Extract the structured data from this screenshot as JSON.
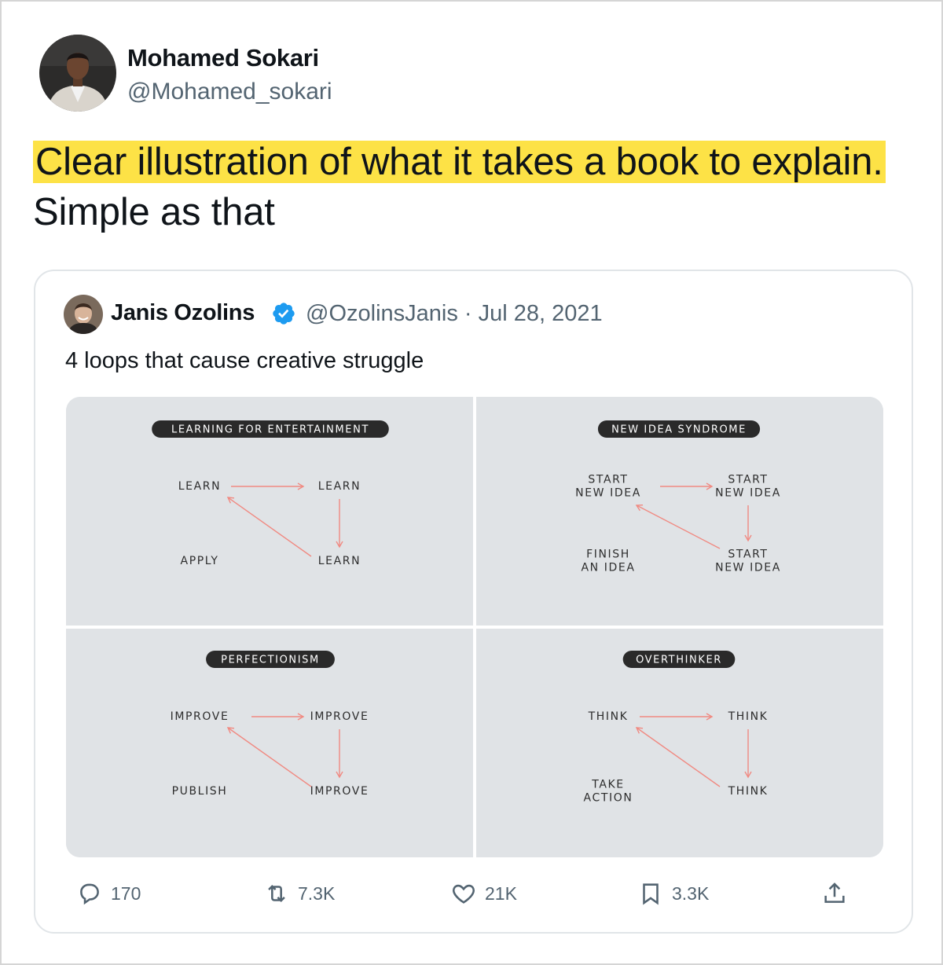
{
  "author": {
    "name": "Mohamed Sokari",
    "handle": "@Mohamed_sokari"
  },
  "tweet": {
    "highlighted_text": "Clear illustration of what it takes a book to explain.",
    "text": " Simple as that",
    "highlight_color": "#fde246"
  },
  "quoted": {
    "name": "Janis Ozolins",
    "verified_icon": "verified-badge-icon",
    "meta": "@OzolinsJanis · Jul 28, 2021",
    "text": "4 loops that cause creative struggle"
  },
  "diagram": {
    "arrow_color": "#f08a82",
    "panels": [
      {
        "title": "LEARNING FOR ENTERTAINMENT",
        "top_left": [
          "LEARN"
        ],
        "top_right": [
          "LEARN"
        ],
        "bottom_left": [
          "APPLY"
        ],
        "bottom_right": [
          "LEARN"
        ]
      },
      {
        "title": "NEW IDEA SYNDROME",
        "top_left": [
          "START",
          "NEW IDEA"
        ],
        "top_right": [
          "START",
          "NEW IDEA"
        ],
        "bottom_left": [
          "FINISH",
          "AN IDEA"
        ],
        "bottom_right": [
          "START",
          "NEW IDEA"
        ]
      },
      {
        "title": "PERFECTIONISM",
        "top_left": [
          "IMPROVE"
        ],
        "top_right": [
          "IMPROVE"
        ],
        "bottom_left": [
          "PUBLISH"
        ],
        "bottom_right": [
          "IMPROVE"
        ]
      },
      {
        "title": "OVERTHINKER",
        "top_left": [
          "THINK"
        ],
        "top_right": [
          "THINK"
        ],
        "bottom_left": [
          "TAKE",
          "ACTION"
        ],
        "bottom_right": [
          "THINK"
        ]
      }
    ]
  },
  "actions": {
    "replies": "170",
    "retweets": "7.3K",
    "likes": "21K",
    "bookmarks": "3.3K",
    "share_icon": "share-icon"
  }
}
